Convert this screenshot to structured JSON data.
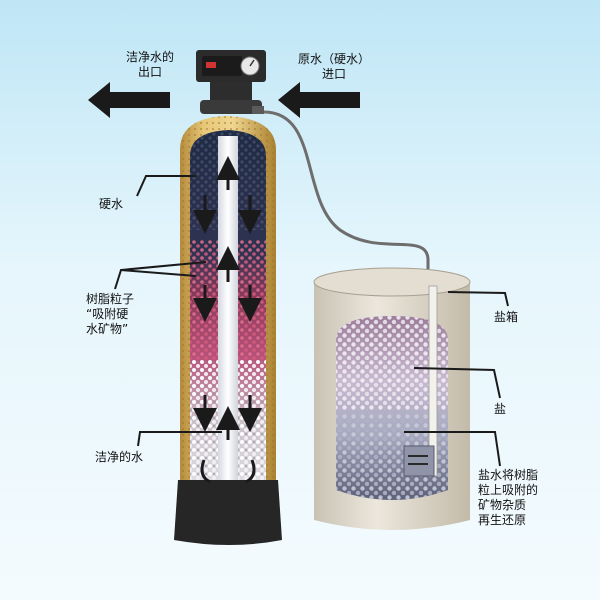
{
  "labels": {
    "outlet_line1": "洁净水的",
    "outlet_line2": "出口",
    "inlet_line1": "原水（硬水）",
    "inlet_line2": "进口",
    "hard_water": "硬水",
    "resin_line1": "树脂粒子",
    "resin_line2": "“吸附硬",
    "resin_line3": "水矿物”",
    "clean_water": "洁净的水",
    "brine_tank": "盐箱",
    "salt": "盐",
    "brine_line1": "盐水将树脂",
    "brine_line2": "粒上吸附的",
    "brine_line3": "矿物杂质",
    "brine_line4": "再生还原"
  },
  "colors": {
    "tank_shell": "#d9b665",
    "column_dark": "#23304a",
    "resin_red": "#c1365a",
    "brine_tank": "#dcd6ca",
    "arrow": "#1a1a1a"
  },
  "icons": [
    "outlet-arrow-icon",
    "inlet-arrow-icon",
    "control-valve-icon",
    "flow-arrow-icon"
  ]
}
